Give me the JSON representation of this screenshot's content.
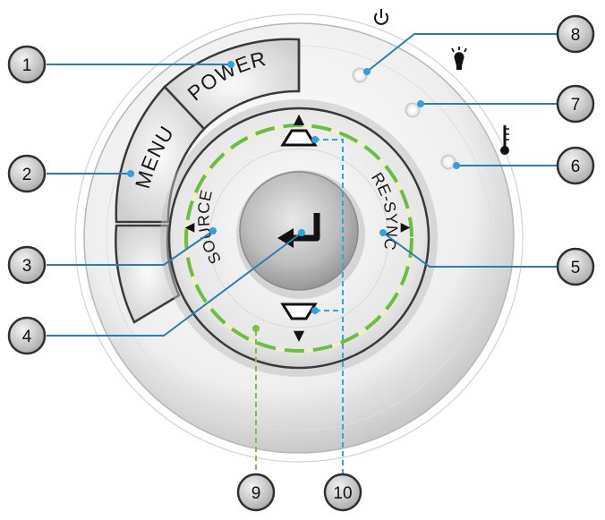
{
  "buttons": {
    "power": "POWER",
    "menu": "MENU",
    "source": "SOURCE",
    "resync": "RE-SYNC"
  },
  "callouts": [
    "1",
    "2",
    "3",
    "4",
    "5",
    "6",
    "7",
    "8",
    "9",
    "10"
  ],
  "indicators": {
    "power_icon": "power-symbol-icon",
    "lamp_icon": "lamp-bulb-icon",
    "temp_icon": "thermometer-icon"
  },
  "glyphs": {
    "up": "▲",
    "down": "▼",
    "left": "◀",
    "right": "▶"
  },
  "colors": {
    "callout_line": "#2a7fb0",
    "callout_fill": "#d4d4d4",
    "ring_green": "#6bbf3e",
    "ring_yellow": "#f3efc4",
    "dot_blue": "#2aa3e0",
    "dash_blue": "#33a6d8",
    "dash_green": "#7ac143"
  }
}
